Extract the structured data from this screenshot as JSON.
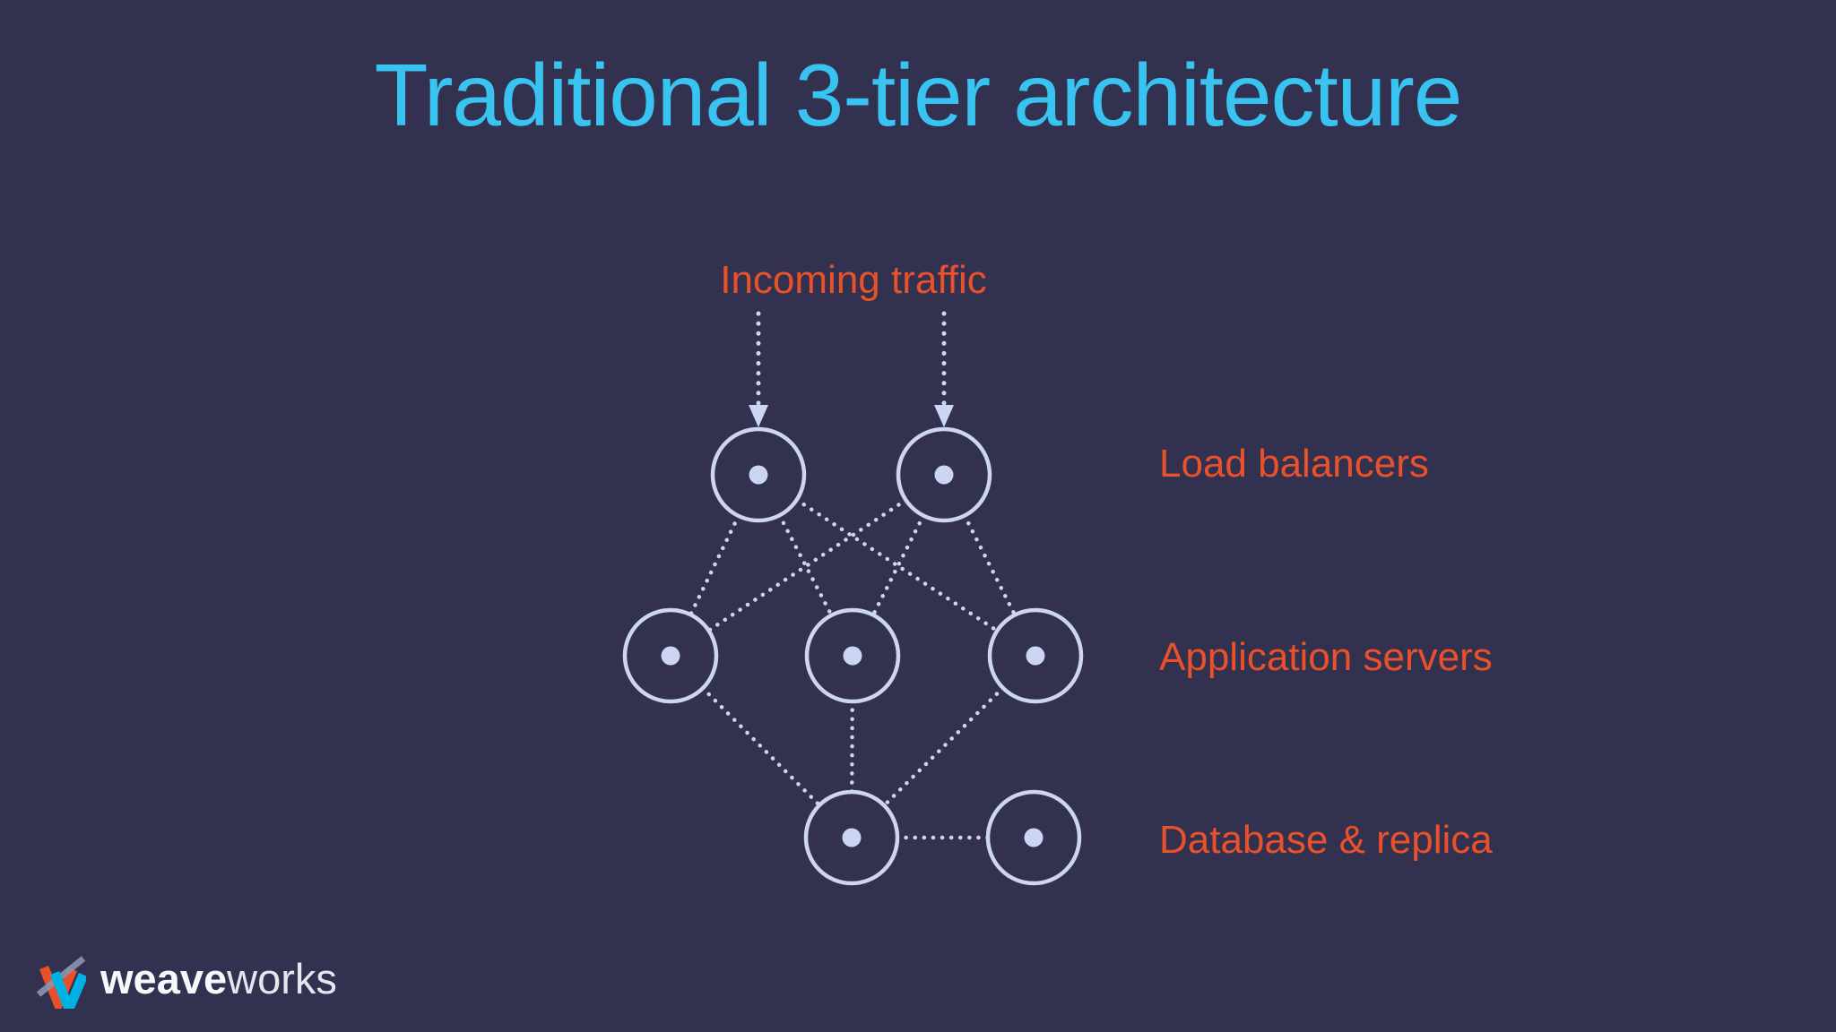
{
  "slide": {
    "title": "Traditional 3-tier architecture",
    "colors": {
      "background": "#333150",
      "title": "#38c3f0",
      "accent_orange": "#e9512a",
      "node": "#ccd6f2",
      "logo_orange": "#e8502a",
      "logo_cyan": "#00b2e3",
      "logo_gray": "#8a96b2"
    }
  },
  "diagram": {
    "incoming_label": "Incoming traffic",
    "tiers": [
      {
        "name": "load-balancers",
        "label": "Load balancers",
        "nodes": 2
      },
      {
        "name": "application-servers",
        "label": "Application servers",
        "nodes": 3
      },
      {
        "name": "database-and-replica",
        "label": "Database & replica",
        "nodes": 2
      }
    ],
    "connections": [
      "lb1-as1",
      "lb1-as2",
      "lb1-as3",
      "lb2-as1",
      "lb2-as2",
      "lb2-as3",
      "as1-db1",
      "as2-db1",
      "as3-db1",
      "db1-db2"
    ]
  },
  "footer": {
    "brand_bold": "weave",
    "brand_regular": "works"
  }
}
